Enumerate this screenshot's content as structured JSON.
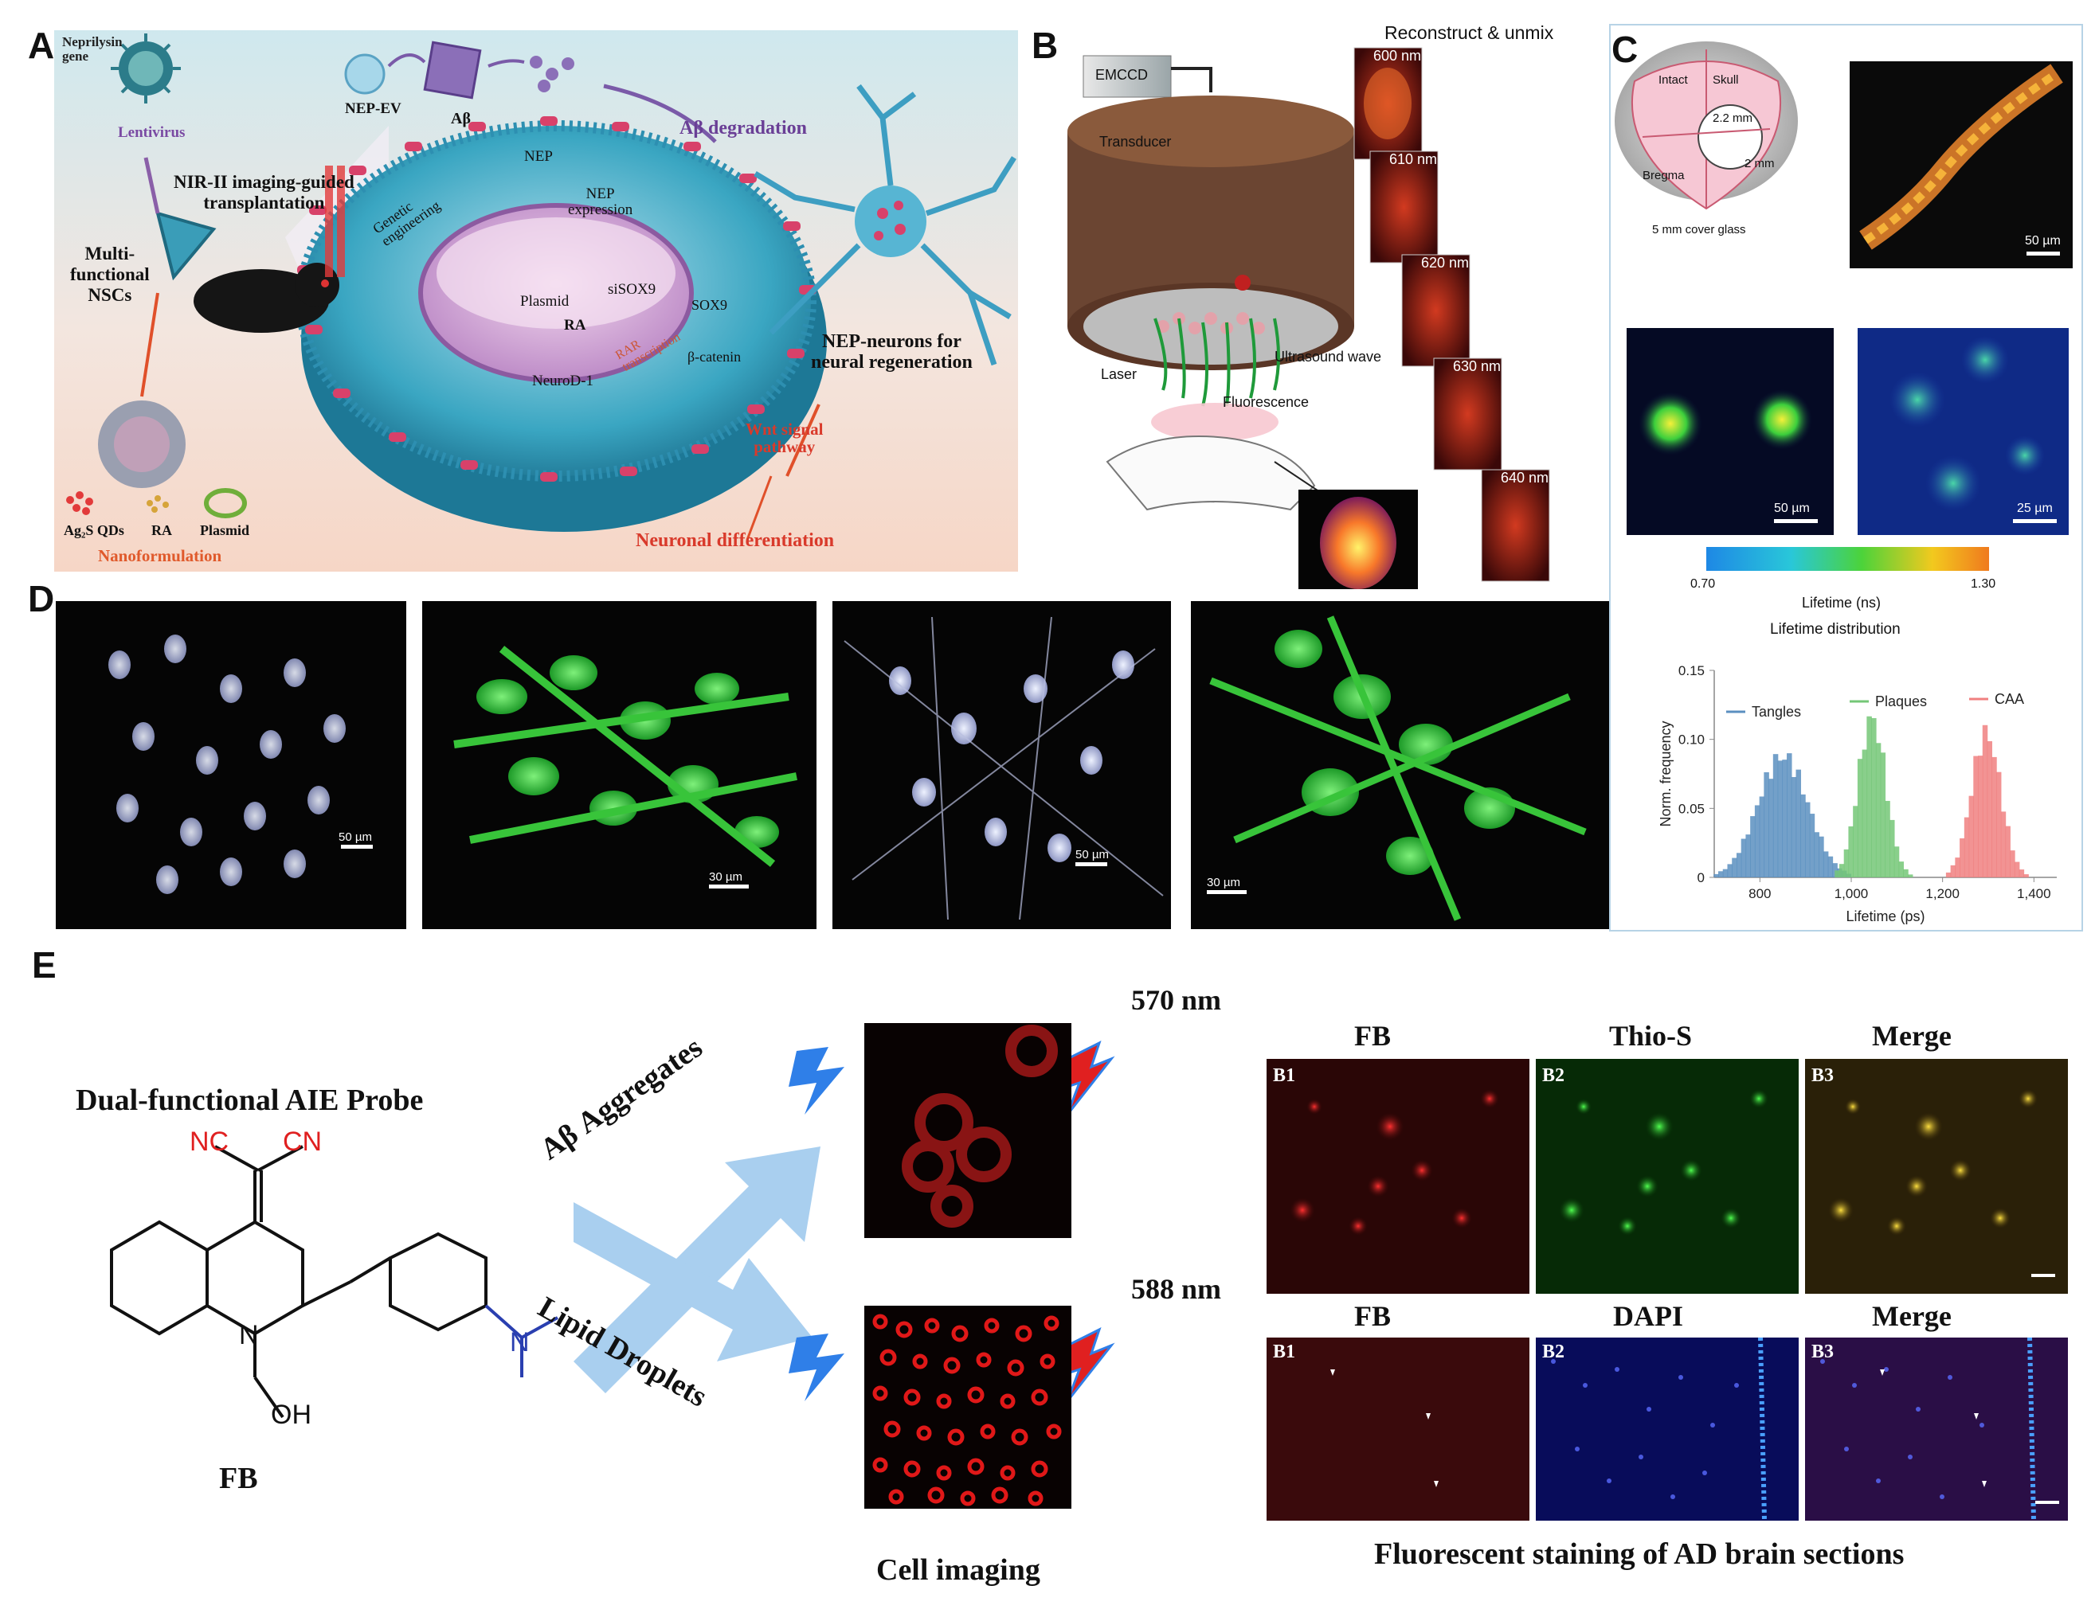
{
  "panels": {
    "A": "A",
    "B": "B",
    "C": "C",
    "D": "D",
    "E": "E"
  },
  "panelA": {
    "neprilysin_gene": "Neprilysin\ngene",
    "lentivirus": "Lentivirus",
    "nir_imaging": "NIR-II imaging-guided\ntransplantation",
    "multi_nscs": "Multi-\nfunctional\nNSCs",
    "nep_ev": "NEP-EV",
    "abeta": "Aβ",
    "abeta_degradation": "Aβ degradation",
    "nep": "NEP",
    "nep_expression": "NEP\nexpression",
    "genetic_engineering": "Genetic\nengineering",
    "plasmid": "Plasmid",
    "ra": "RA",
    "sisox9": "siSOX9",
    "sox9": "SOX9",
    "rar_transcription": "RAR\ntranscription",
    "beta_catenin": "β-catenin",
    "neurod1": "NeuroD-1",
    "nep_neurons": "NEP-neurons for\nneural regeneration",
    "wnt": "Wnt signal\npathway",
    "neuronal_diff": "Neuronal differentiation",
    "ag2s": "Ag₂S QDs",
    "ra2": "RA",
    "plasmid2": "Plasmid",
    "nanoformulation": "Nanoformulation"
  },
  "panelB": {
    "emccd": "EMCCD",
    "transducer": "Transducer",
    "laser": "Laser",
    "ultrasound": "Ultrasound wave",
    "fluorescence": "Fluorescence",
    "reconstruct": "Reconstruct & unmix",
    "wavelengths": [
      "600 nm",
      "610 nm",
      "620 nm",
      "630 nm",
      "640 nm"
    ]
  },
  "panelC": {
    "intact": "Intact",
    "skull": "Skull",
    "d22": "2.2 mm",
    "d2": "2 mm",
    "bregma": "Bregma",
    "cover": "5 mm cover glass",
    "scale1": "50 µm",
    "scale2": "50 µm",
    "scale3": "25 µm",
    "cb_min": "0.70",
    "cb_max": "1.30",
    "cb_label": "Lifetime (ns)"
  },
  "chart_data": {
    "type": "bar",
    "title": "Lifetime distribution",
    "xlabel": "Lifetime (ps)",
    "ylabel": "Norm. frequency",
    "xlim": [
      700,
      1450
    ],
    "ylim": [
      0,
      0.15
    ],
    "xticks": [
      "800",
      "1,000",
      "1,200",
      "1,400"
    ],
    "yticks": [
      "0",
      "0.05",
      "0.10",
      "0.15"
    ],
    "legend_position": "top",
    "series": [
      {
        "name": "Tangles",
        "color": "#5b8fc0",
        "mean": 850,
        "sd": 55,
        "peak": 0.095
      },
      {
        "name": "Plaques",
        "color": "#74c777",
        "mean": 1045,
        "sd": 30,
        "peak": 0.125
      },
      {
        "name": "CAA",
        "color": "#f08080",
        "mean": 1295,
        "sd": 32,
        "peak": 0.113
      }
    ]
  },
  "panelD": {
    "s1": "50 µm",
    "s2": "30 µm",
    "s3": "50 µm",
    "s4": "30 µm"
  },
  "panelE": {
    "probe_title": "Dual-functional AIE Probe",
    "nc": "NC",
    "cn": "CN",
    "n1": "N",
    "n2": "N",
    "oh": "OH",
    "fb": "FB",
    "abeta_agg": "Aβ Aggregates",
    "lipid": "Lipid Droplets",
    "w570": "570 nm",
    "w588": "588 nm",
    "cell_imaging": "Cell imaging",
    "row1": [
      "FB",
      "Thio-S",
      "Merge"
    ],
    "row2": [
      "FB",
      "DAPI",
      "Merge"
    ],
    "tags": [
      "B1",
      "B2",
      "B3"
    ],
    "caption": "Fluorescent staining of AD brain sections"
  }
}
